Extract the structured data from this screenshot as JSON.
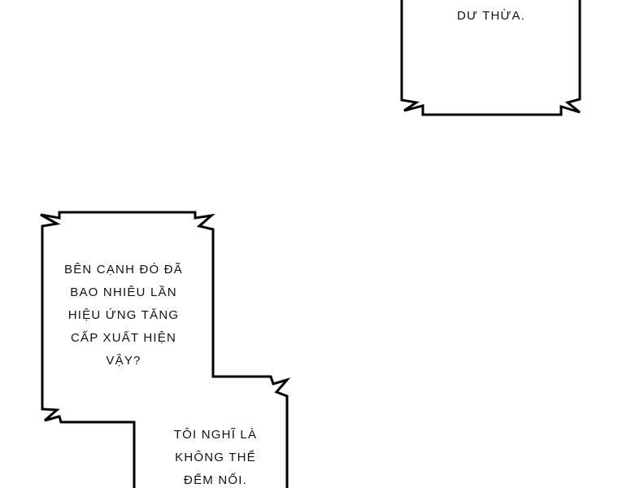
{
  "bubbles": [
    {
      "lines": [
        "DƯ THỪA."
      ]
    },
    {
      "lines": [
        "BÊN CẠNH ĐÓ ĐÃ",
        "BAO NHIÊU LẦN",
        "HIỆU ỨNG TĂNG",
        "CẤP XUẤT HIỆN",
        "VẬY?"
      ]
    },
    {
      "lines": [
        "TÔI NGHĨ LÀ",
        "KHÔNG THỂ",
        "ĐẾM NỔI."
      ]
    }
  ]
}
